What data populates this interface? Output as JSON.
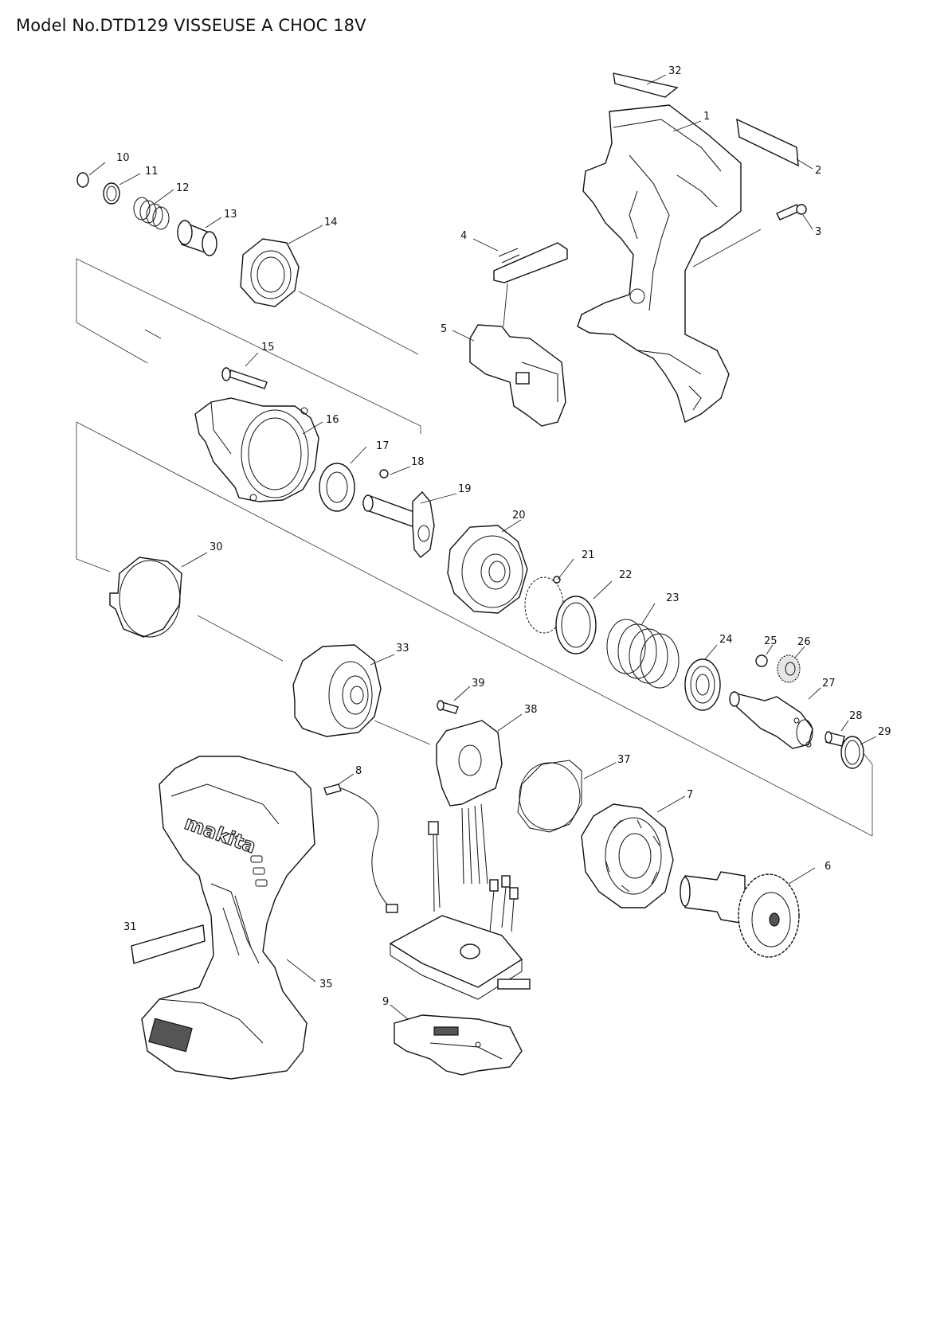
{
  "title": "Model No.DTD129 VISSEUSE A CHOC 18V",
  "brand_logo_text": "makita",
  "parts": [
    {
      "id": "p1",
      "label": "1"
    },
    {
      "id": "p2",
      "label": "2"
    },
    {
      "id": "p3",
      "label": "3"
    },
    {
      "id": "p4",
      "label": "4"
    },
    {
      "id": "p5",
      "label": "5"
    },
    {
      "id": "p6",
      "label": "6"
    },
    {
      "id": "p7",
      "label": "7"
    },
    {
      "id": "p8",
      "label": "8"
    },
    {
      "id": "p9",
      "label": "9"
    },
    {
      "id": "p10",
      "label": "10"
    },
    {
      "id": "p11",
      "label": "11"
    },
    {
      "id": "p12",
      "label": "12"
    },
    {
      "id": "p13",
      "label": "13"
    },
    {
      "id": "p14",
      "label": "14"
    },
    {
      "id": "p15",
      "label": "15"
    },
    {
      "id": "p16",
      "label": "16"
    },
    {
      "id": "p17",
      "label": "17"
    },
    {
      "id": "p18",
      "label": "18"
    },
    {
      "id": "p19",
      "label": "19"
    },
    {
      "id": "p20",
      "label": "20"
    },
    {
      "id": "p21",
      "label": "21"
    },
    {
      "id": "p22",
      "label": "22"
    },
    {
      "id": "p23",
      "label": "23"
    },
    {
      "id": "p24",
      "label": "24"
    },
    {
      "id": "p25",
      "label": "25"
    },
    {
      "id": "p26",
      "label": "26"
    },
    {
      "id": "p27",
      "label": "27"
    },
    {
      "id": "p28",
      "label": "28"
    },
    {
      "id": "p29",
      "label": "29"
    },
    {
      "id": "p30",
      "label": "30"
    },
    {
      "id": "p31",
      "label": "31"
    },
    {
      "id": "p32",
      "label": "32"
    },
    {
      "id": "p33",
      "label": "33"
    },
    {
      "id": "p35",
      "label": "35"
    },
    {
      "id": "p37",
      "label": "37"
    },
    {
      "id": "p38",
      "label": "38"
    },
    {
      "id": "p39",
      "label": "39"
    }
  ]
}
